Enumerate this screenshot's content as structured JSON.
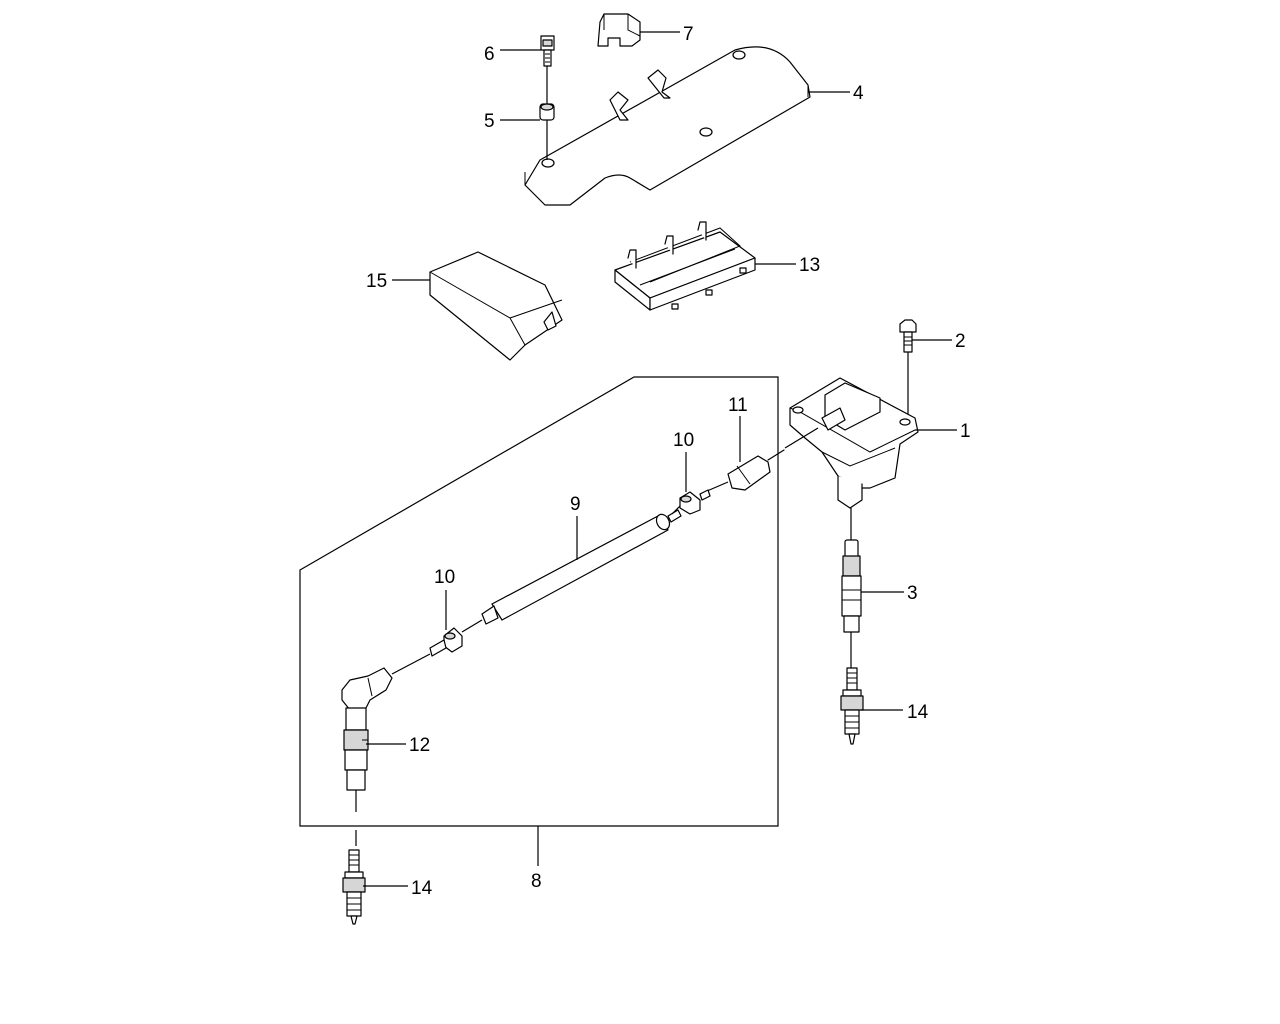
{
  "diagram": {
    "callouts": {
      "c1": "1",
      "c2": "2",
      "c3": "3",
      "c4": "4",
      "c5": "5",
      "c6": "6",
      "c7": "7",
      "c8": "8",
      "c9": "9",
      "c10a": "10",
      "c10b": "10",
      "c11": "11",
      "c12": "12",
      "c13": "13",
      "c14a": "14",
      "c14b": "14",
      "c15": "15"
    }
  }
}
